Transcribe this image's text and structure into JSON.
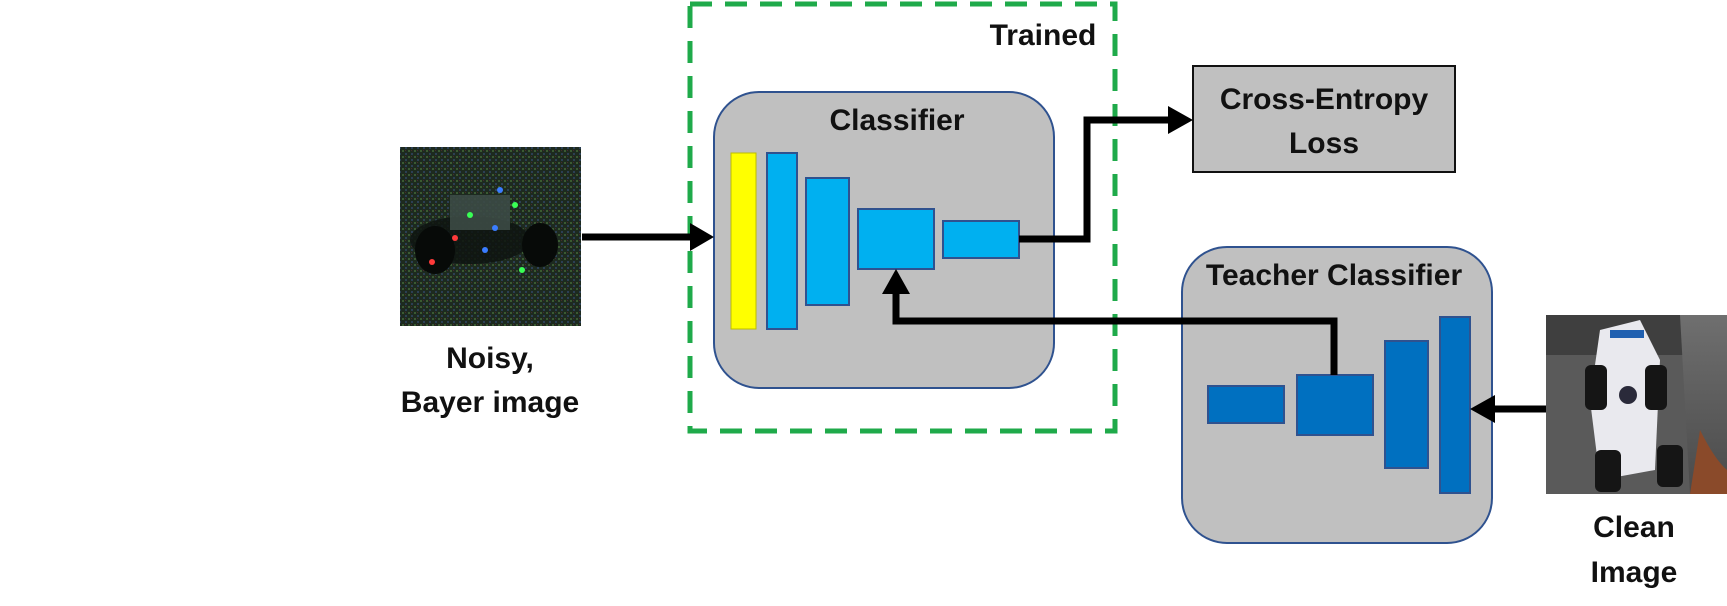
{
  "labels": {
    "trained": "Trained",
    "classifier": "Classifier",
    "cross_entropy_line1": "Cross-Entropy",
    "cross_entropy_line2": "Loss",
    "teacher_classifier": "Teacher Classifier",
    "noisy_line1": "Noisy,",
    "noisy_line2": "Bayer image",
    "clean_line1": "Clean",
    "clean_line2": "Image"
  },
  "colors": {
    "trained_border": "#1faa4a",
    "block_fill": "#c0c0c0",
    "block_border": "#2f528f",
    "input_layer": "#ffff00",
    "student_layer": "#00b0f0",
    "teacher_layer": "#0070c0",
    "arrow": "#000000"
  }
}
